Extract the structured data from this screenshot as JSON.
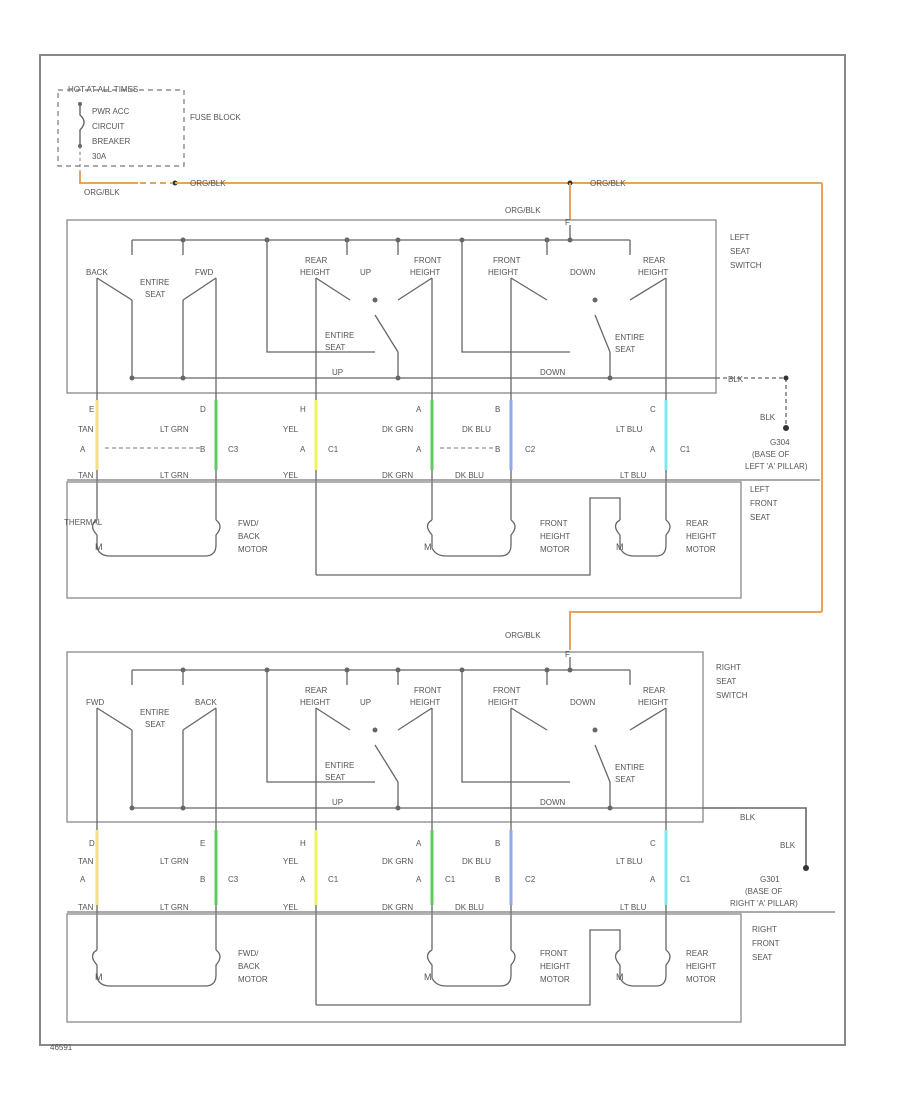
{
  "colors": {
    "wire": "#666666",
    "frame": "#888888",
    "orange": "#e8a35a",
    "tan": "#f3df8a",
    "lt_grn": "#5ec95e",
    "yel": "#f2f25a",
    "dk_grn": "#5ec95e",
    "dk_blu": "#8fa8f0",
    "lt_blu": "#7fe8f0"
  },
  "fuse": {
    "hot_label": "HOT AT ALL TIMES",
    "breaker": [
      "PWR ACC",
      "CIRCUIT",
      "BREAKER",
      "30A"
    ],
    "block_label": "FUSE BLOCK",
    "wire_orange_blk": "ORG/BLK",
    "wire_org_blk_short": "ORG/BLK"
  },
  "left": {
    "top_wire": "ORG/BLK",
    "pin_top": "F",
    "switch_label": [
      "LEFT",
      "SEAT",
      "SWITCH"
    ],
    "labels": {
      "back": "BACK",
      "fwd": "FWD",
      "entire_seat": "ENTIRE",
      "seat": "SEAT",
      "rear": "REAR",
      "height": "HEIGHT",
      "up": "UP",
      "front": "FRONT",
      "down": "DOWN"
    },
    "bottom": {
      "up": "UP",
      "down": "DOWN",
      "blk": "BLK"
    },
    "ground": {
      "blk": "BLK",
      "grn": [
        "G304",
        "(BASE OF",
        "LEFT 'A' PILLAR)"
      ]
    },
    "conn": {
      "tan": "TAN",
      "lt_grn": "LT GRN",
      "yel": "YEL",
      "dk_grn": "DK GRN",
      "dk_blu": "DK BLU",
      "lt_blu": "LT BLU",
      "c1": "C1",
      "c2": "C2",
      "c3": "C3",
      "pins_top": [
        "E",
        "D",
        "H",
        "A",
        "B",
        "C"
      ],
      "pins_bot": [
        "A",
        "B",
        "A",
        "A",
        "B",
        "A"
      ]
    },
    "motors": {
      "fwd_back": [
        "FWD/",
        "BACK",
        "MOTOR"
      ],
      "front_height": [
        "FRONT",
        "HEIGHT",
        "MOTOR"
      ],
      "rear_height": [
        "REAR",
        "HEIGHT",
        "MOTOR"
      ],
      "seat": [
        "LEFT",
        "FRONT",
        "SEAT"
      ],
      "thermal": "THERMAL",
      "m": "M"
    }
  },
  "right": {
    "top_wire": "ORG/BLK",
    "pin_top": "F",
    "switch_label": [
      "RIGHT",
      "SEAT",
      "SWITCH"
    ],
    "labels": {
      "back": "BACK",
      "fwd": "FWD",
      "entire_seat": "ENTIRE",
      "seat": "SEAT",
      "rear": "REAR",
      "height": "HEIGHT",
      "up": "UP",
      "front": "FRONT",
      "down": "DOWN"
    },
    "bottom": {
      "up": "UP",
      "down": "DOWN",
      "blk": "BLK"
    },
    "ground": {
      "blk": "BLK",
      "grn": [
        "G301",
        "(BASE OF",
        "RIGHT 'A' PILLAR)"
      ]
    },
    "conn": {
      "tan": "TAN",
      "lt_grn": "LT GRN",
      "yel": "YEL",
      "dk_grn": "DK GRN",
      "dk_blu": "DK BLU",
      "lt_blu": "LT BLU",
      "c1": "C1",
      "c2": "C2",
      "c3": "C3",
      "pins_top": [
        "D",
        "E",
        "H",
        "A",
        "B",
        "C"
      ],
      "pins_bot": [
        "A",
        "B",
        "A",
        "A",
        "B",
        "A"
      ]
    },
    "motors": {
      "fwd_back": [
        "FWD/",
        "BACK",
        "MOTOR"
      ],
      "front_height": [
        "FRONT",
        "HEIGHT",
        "MOTOR"
      ],
      "rear_height": [
        "REAR",
        "HEIGHT",
        "MOTOR"
      ],
      "seat": [
        "RIGHT",
        "FRONT",
        "SEAT"
      ],
      "m": "M"
    }
  },
  "footer": {
    "code": "46591"
  }
}
